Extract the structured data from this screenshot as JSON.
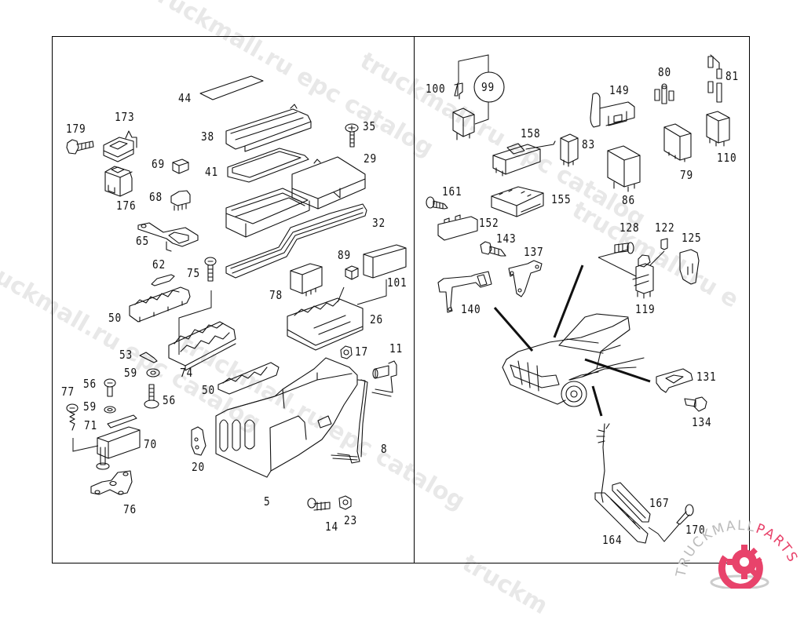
{
  "diagram": {
    "type": "exploded-parts-diagram",
    "panels": [
      {
        "id": "left",
        "description": "fuse and relay box assembly",
        "labels": [
          "44",
          "173",
          "179",
          "38",
          "35",
          "29",
          "41",
          "69",
          "68",
          "176",
          "65",
          "32",
          "62",
          "75",
          "89",
          "101",
          "78",
          "50",
          "26",
          "53",
          "74",
          "17",
          "11",
          "59",
          "56",
          "56",
          "50",
          "77",
          "59",
          "71",
          "70",
          "20",
          "8",
          "76",
          "5",
          "14",
          "23"
        ]
      },
      {
        "id": "right",
        "description": "relays, mounting brackets and vehicle location",
        "labels": [
          "100",
          "99",
          "149",
          "80",
          "81",
          "158",
          "83",
          "110",
          "79",
          "161",
          "155",
          "86",
          "152",
          "128",
          "122",
          "125",
          "143",
          "137",
          "140",
          "119",
          "131",
          "134",
          "167",
          "164",
          "170"
        ]
      }
    ]
  },
  "labels": {
    "l44": "44",
    "l173": "173",
    "l179": "179",
    "l38": "38",
    "l35": "35",
    "l29": "29",
    "l41": "41",
    "l69": "69",
    "l68": "68",
    "l176": "176",
    "l65": "65",
    "l32": "32",
    "l62": "62",
    "l75": "75",
    "l89": "89",
    "l101": "101",
    "l78": "78",
    "l50a": "50",
    "l26": "26",
    "l53": "53",
    "l74": "74",
    "l17": "17",
    "l11": "11",
    "l59a": "59",
    "l56a": "56",
    "l56b": "56",
    "l50b": "50",
    "l77": "77",
    "l59b": "59",
    "l71": "71",
    "l70": "70",
    "l20": "20",
    "l8": "8",
    "l76": "76",
    "l5": "5",
    "l14": "14",
    "l23": "23",
    "r100": "100",
    "r99": "99",
    "r149": "149",
    "r80": "80",
    "r81": "81",
    "r158": "158",
    "r83": "83",
    "r110": "110",
    "r79": "79",
    "r161": "161",
    "r155": "155",
    "r86": "86",
    "r152": "152",
    "r128": "128",
    "r122": "122",
    "r125": "125",
    "r143": "143",
    "r137": "137",
    "r140": "140",
    "r119": "119",
    "r131": "131",
    "r134": "134",
    "r167": "167",
    "r164": "164",
    "r170": "170"
  },
  "watermarks": {
    "text1": "truckmall.ru epc catalog",
    "text2": "truckmall.ru epc catalog",
    "text3": "truckmall.ru epc catalog",
    "text4": "truckmall.ru epc catalog"
  },
  "logo": {
    "text_main": "TRUCKMALL",
    "text_accent": "PARTS",
    "accent_color": "#e8436b",
    "gray_color": "#bbbbbb"
  }
}
